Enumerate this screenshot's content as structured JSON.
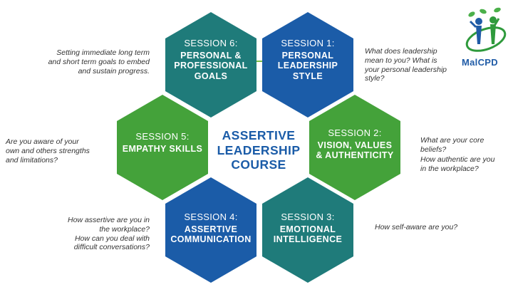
{
  "colors": {
    "teal": "#1f7b7a",
    "blue": "#1b5ca8",
    "green": "#44a23a",
    "title": "#1b5ca8",
    "connector": "#7dbd44"
  },
  "center": {
    "title": "ASSERTIVE\nLEADERSHIP\nCOURSE"
  },
  "sessions": [
    {
      "id": "s6",
      "label": "SESSION 6:",
      "title": "PERSONAL &\nPROFESSIONAL\nGOALS",
      "color": "teal"
    },
    {
      "id": "s1",
      "label": "SESSION 1:",
      "title": "PERSONAL\nLEADERSHIP\nSTYLE",
      "color": "blue"
    },
    {
      "id": "s5",
      "label": "SESSION 5:",
      "title": "EMPATHY SKILLS",
      "color": "green"
    },
    {
      "id": "s2",
      "label": "SESSION 2:",
      "title": "VISION, VALUES\n& AUTHENTICITY",
      "color": "green"
    },
    {
      "id": "s4",
      "label": "SESSION 4:",
      "title": "ASSERTIVE\nCOMMUNICATION",
      "color": "blue"
    },
    {
      "id": "s3",
      "label": "SESSION 3:",
      "title": "EMOTIONAL\nINTELLIGENCE",
      "color": "teal"
    }
  ],
  "notes": {
    "s6": "Setting immediate long term\nand short term goals to embed\nand sustain progress.",
    "s1": "What does leadership\nmean to you?  What is\nyour personal leadership\nstyle?",
    "s5": "Are you aware of your\nown and others strengths\nand limitations?",
    "s2a": "What are your core beliefs?",
    "s2b": "How authentic are you\nin the workplace?",
    "s4": "How assertive are you in\nthe workplace?\nHow can you deal with\ndifficult conversations?",
    "s3": "How self-aware are you?"
  },
  "logo": {
    "text": "MalCPD",
    "icon": "people-leaves-logo"
  }
}
